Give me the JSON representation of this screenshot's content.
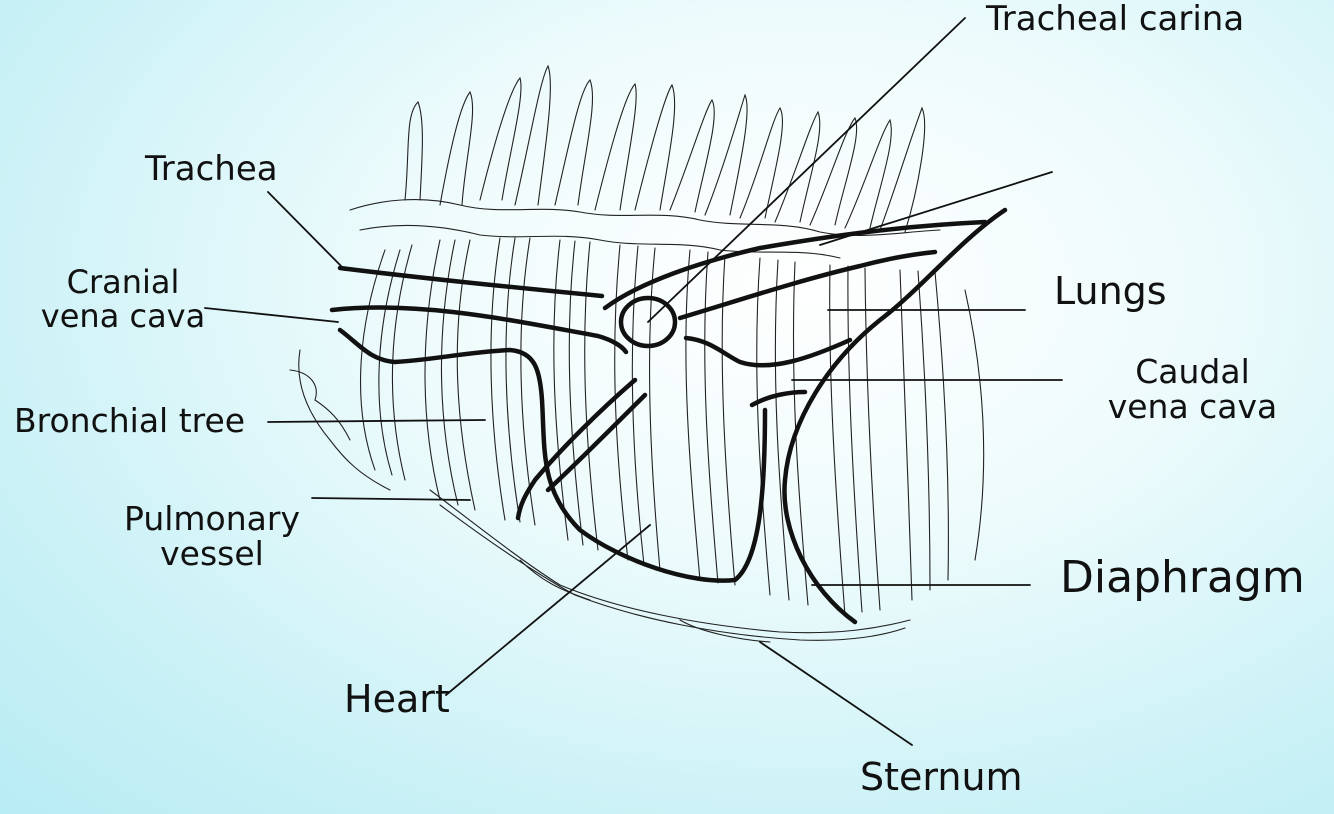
{
  "labels": {
    "trachea": "Trachea",
    "cranial_vena_cava": [
      "Cranial",
      "vena cava"
    ],
    "bronchial_tree": "Bronchial tree",
    "pulmonary_vessel": [
      "Pulmonary",
      "vessel"
    ],
    "heart": "Heart",
    "tracheal_carina": "Tracheal carina",
    "lungs": "Lungs",
    "caudal_vena_cava": [
      "Caudal",
      "vena cava"
    ],
    "diaphragm": "Diaphragm",
    "sternum": "Sternum"
  },
  "colors": {
    "outline": "#111111",
    "background": "#c9f1f6"
  }
}
